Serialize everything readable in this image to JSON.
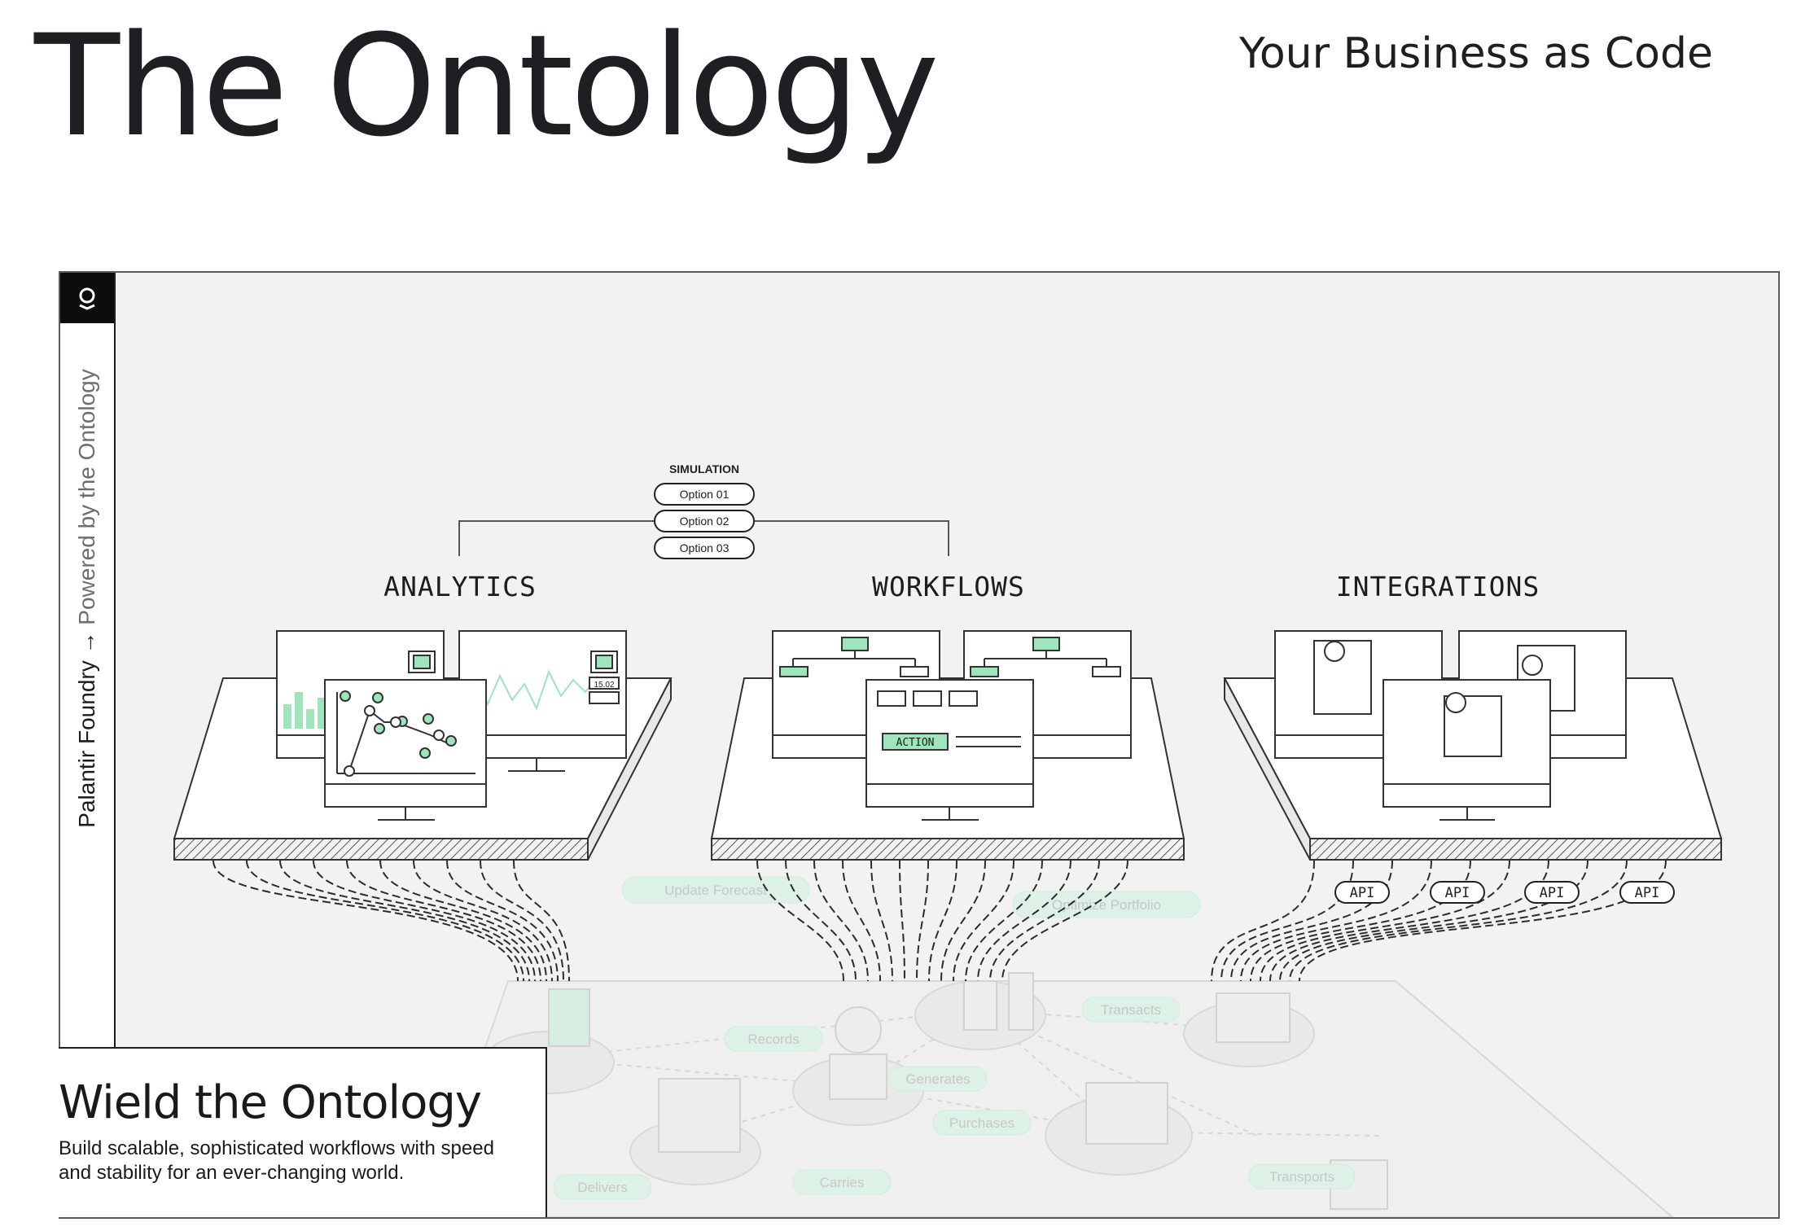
{
  "header": {
    "title": "The Ontology",
    "tagline": "Your Business as Code"
  },
  "rail": {
    "logo_icon": "palantir-logo-icon",
    "primary": "Palantir Foundry",
    "arrow": " → ",
    "secondary": "Powered by the Ontology"
  },
  "diagram": {
    "simulation": {
      "label": "SIMULATION",
      "options": [
        "Option 01",
        "Option 02",
        "Option 03"
      ]
    },
    "sections": [
      "ANALYTICS",
      "WORKFLOWS",
      "INTEGRATIONS"
    ],
    "action_label": "ACTION",
    "readout": "15.02",
    "api_labels": [
      "API",
      "API",
      "API",
      "API"
    ],
    "ontology_links": [
      "Update Forecast",
      "Optimize Portfolio",
      "Records",
      "Transacts",
      "Generates",
      "Purchases",
      "Delivers",
      "Carries",
      "Transports"
    ],
    "colors": {
      "accent": "#8fe0ae",
      "accent_dark": "#3fae6f",
      "line": "#3a3a3a",
      "panel": "#f2f2f2"
    }
  },
  "caption": {
    "title": "Wield the Ontology",
    "body": "Build scalable, sophisticated workflows with speed and stability for an ever-changing world."
  }
}
